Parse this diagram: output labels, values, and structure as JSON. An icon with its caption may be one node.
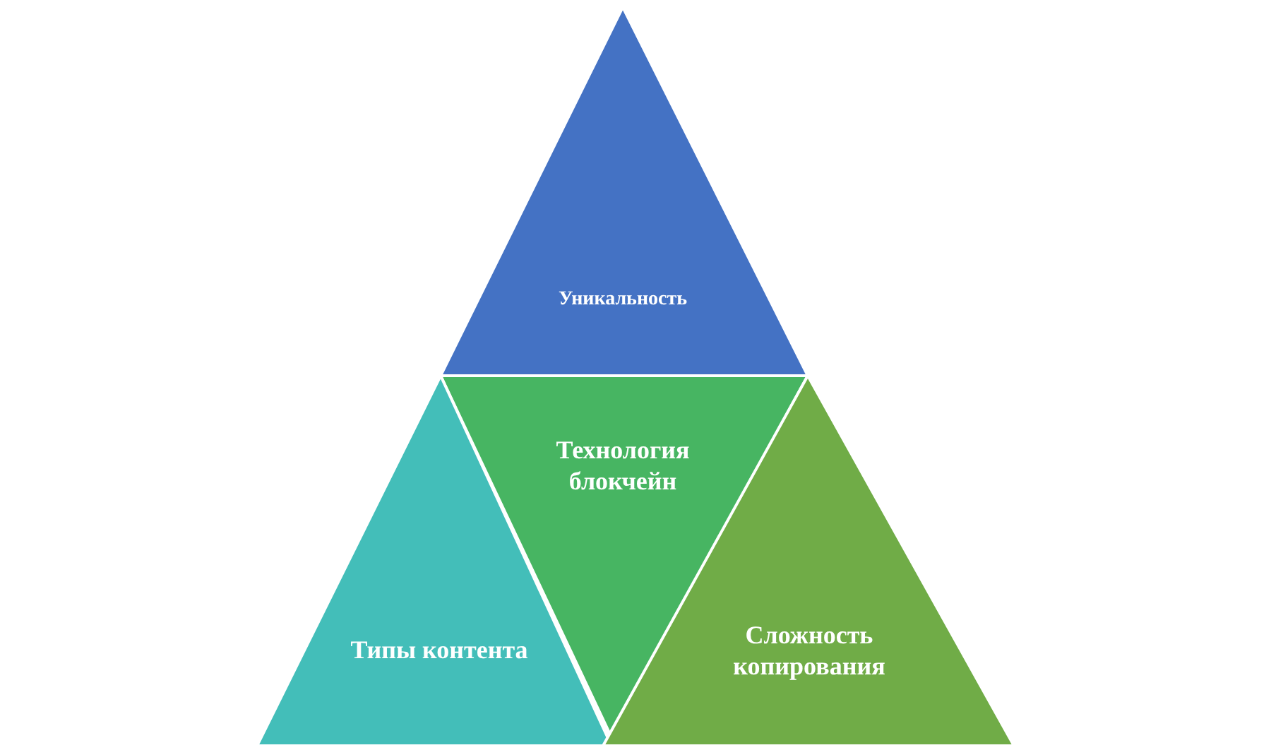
{
  "diagram": {
    "nodes": [
      {
        "text": [
          "Уникальность"
        ]
      },
      {
        "text": [
          "Технология блокчейн"
        ]
      },
      {
        "text": [
          "Типы контента"
        ]
      },
      {
        "text": [
          "Сложность копирования"
        ]
      }
    ]
  }
}
